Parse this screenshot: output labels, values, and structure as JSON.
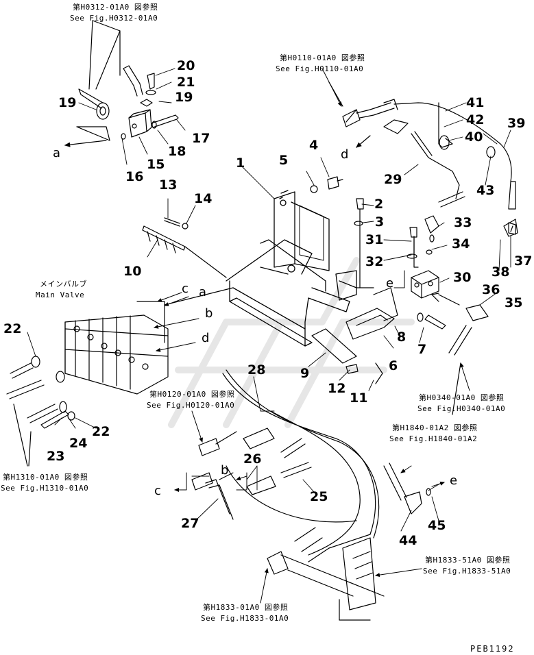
{
  "references": {
    "h0312": {
      "ja": "第H0312-01A0 図参照",
      "en": "See Fig.H0312-01A0"
    },
    "h0110": {
      "ja": "第H0110-01A0 図参照",
      "en": "See Fig.H0110-01A0"
    },
    "main_valve": {
      "ja": "メインバルブ",
      "en": "Main Valve"
    },
    "h0120": {
      "ja": "第H0120-01A0 図参照",
      "en": "See Fig.H0120-01A0"
    },
    "h0340": {
      "ja": "第H0340-01A0 図参照",
      "en": "See Fig.H0340-01A0"
    },
    "h1840": {
      "ja": "第H1840-01A2 図参照",
      "en": "See Fig.H1840-01A2"
    },
    "h1310": {
      "ja": "第H1310-01A0 図参照",
      "en": "See Fig.H1310-01A0"
    },
    "h1833_51": {
      "ja": "第H1833-51A0 図参照",
      "en": "See Fig.H1833-51A0"
    },
    "h1833_01": {
      "ja": "第H1833-01A0 図参照",
      "en": "See Fig.H1833-01A0"
    }
  },
  "part_numbers": [
    "1",
    "2",
    "3",
    "4",
    "5",
    "6",
    "7",
    "8",
    "9",
    "10",
    "11",
    "12",
    "13",
    "14",
    "15",
    "16",
    "17",
    "18",
    "19",
    "19",
    "20",
    "21",
    "22",
    "22",
    "23",
    "24",
    "25",
    "26",
    "27",
    "28",
    "29",
    "30",
    "31",
    "32",
    "33",
    "34",
    "35",
    "36",
    "37",
    "38",
    "39",
    "40",
    "41",
    "42",
    "43",
    "44",
    "45"
  ],
  "connection_letters": [
    "a",
    "a",
    "b",
    "b",
    "c",
    "c",
    "d",
    "d",
    "e",
    "e"
  ],
  "drawing_code": "PEB1192"
}
